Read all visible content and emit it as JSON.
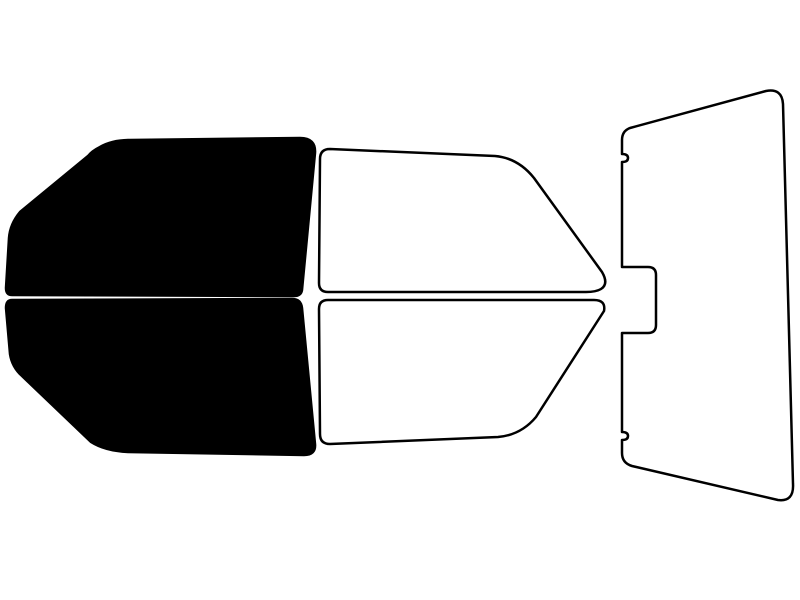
{
  "diagram": {
    "colors": {
      "background": "#ffffff",
      "outline": "#000000",
      "tinted_fill": "#000000",
      "untinted_fill": "#ffffff"
    },
    "panes": [
      {
        "id": "front-upper-window",
        "tinted": true
      },
      {
        "id": "front-lower-window",
        "tinted": true
      },
      {
        "id": "rear-upper-window",
        "tinted": false
      },
      {
        "id": "rear-lower-window",
        "tinted": false
      },
      {
        "id": "back-window",
        "tinted": false
      }
    ]
  }
}
